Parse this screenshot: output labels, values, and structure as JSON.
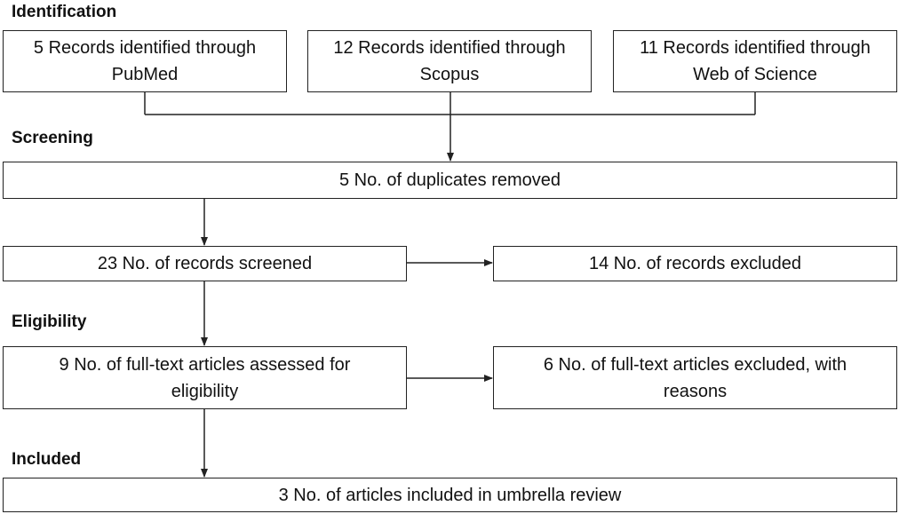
{
  "sections": {
    "identification": "Identification",
    "screening": "Screening",
    "eligibility": "Eligibility",
    "included": "Included"
  },
  "boxes": {
    "pubmed": "5 Records identified through PubMed",
    "scopus": "12 Records identified through Scopus",
    "wos": "11 Records identified through Web of Science",
    "duplicates": "5 No. of duplicates removed",
    "screened": "23 No. of records screened",
    "excluded": "14 No. of records excluded",
    "fulltext": "9 No. of full-text articles assessed for eligibility",
    "fulltext_excluded": "6 No. of full-text articles excluded, with reasons",
    "included_review": "3 No. of articles included in umbrella review"
  },
  "colors": {
    "stroke": "#222222",
    "background": "#ffffff"
  }
}
